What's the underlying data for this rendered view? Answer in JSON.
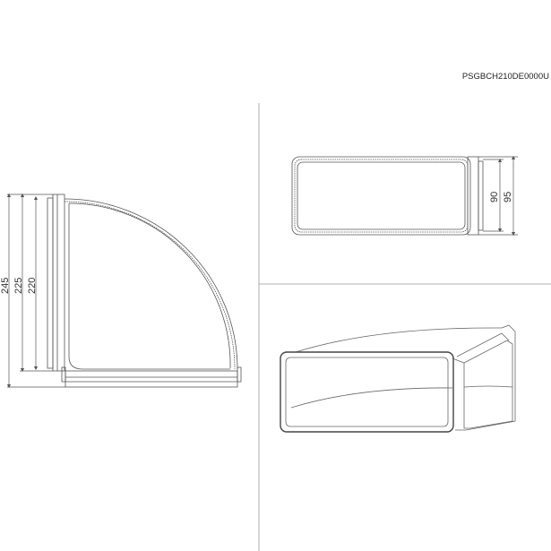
{
  "product_code": "PSGBCH210DE0000U",
  "side_view": {
    "dimensions": [
      "245",
      "225",
      "220"
    ]
  },
  "end_view": {
    "dimensions": [
      "90",
      "95"
    ]
  },
  "colors": {
    "line": "#555555",
    "divider": "#999999"
  }
}
